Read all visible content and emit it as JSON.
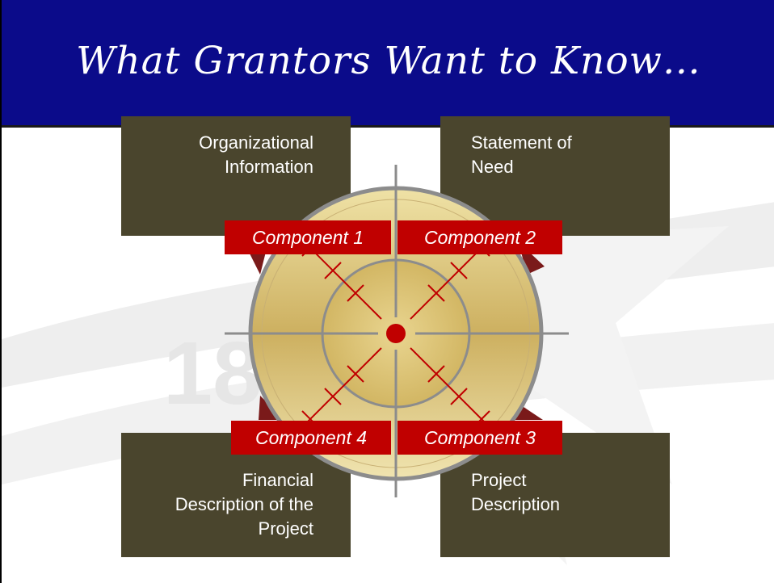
{
  "slide": {
    "title": "What Grantors Want to Know…"
  },
  "boxes": {
    "top_left": "Organizational\nInformation",
    "top_right": "Statement of\nNeed",
    "bottom_left": "Financial\nDescription of the\nProject",
    "bottom_right": "Project\nDescription"
  },
  "components": {
    "c1": "Component 1",
    "c2": "Component 2",
    "c3": "Component 3",
    "c4": "Component 4"
  },
  "watermark": {
    "text": "18"
  },
  "colors": {
    "title_bar": "#0b0b8a",
    "box_fill": "#4a452d",
    "component_fill": "#c00000",
    "target_gold": "#d9c27a",
    "bullseye": "#c00000"
  }
}
